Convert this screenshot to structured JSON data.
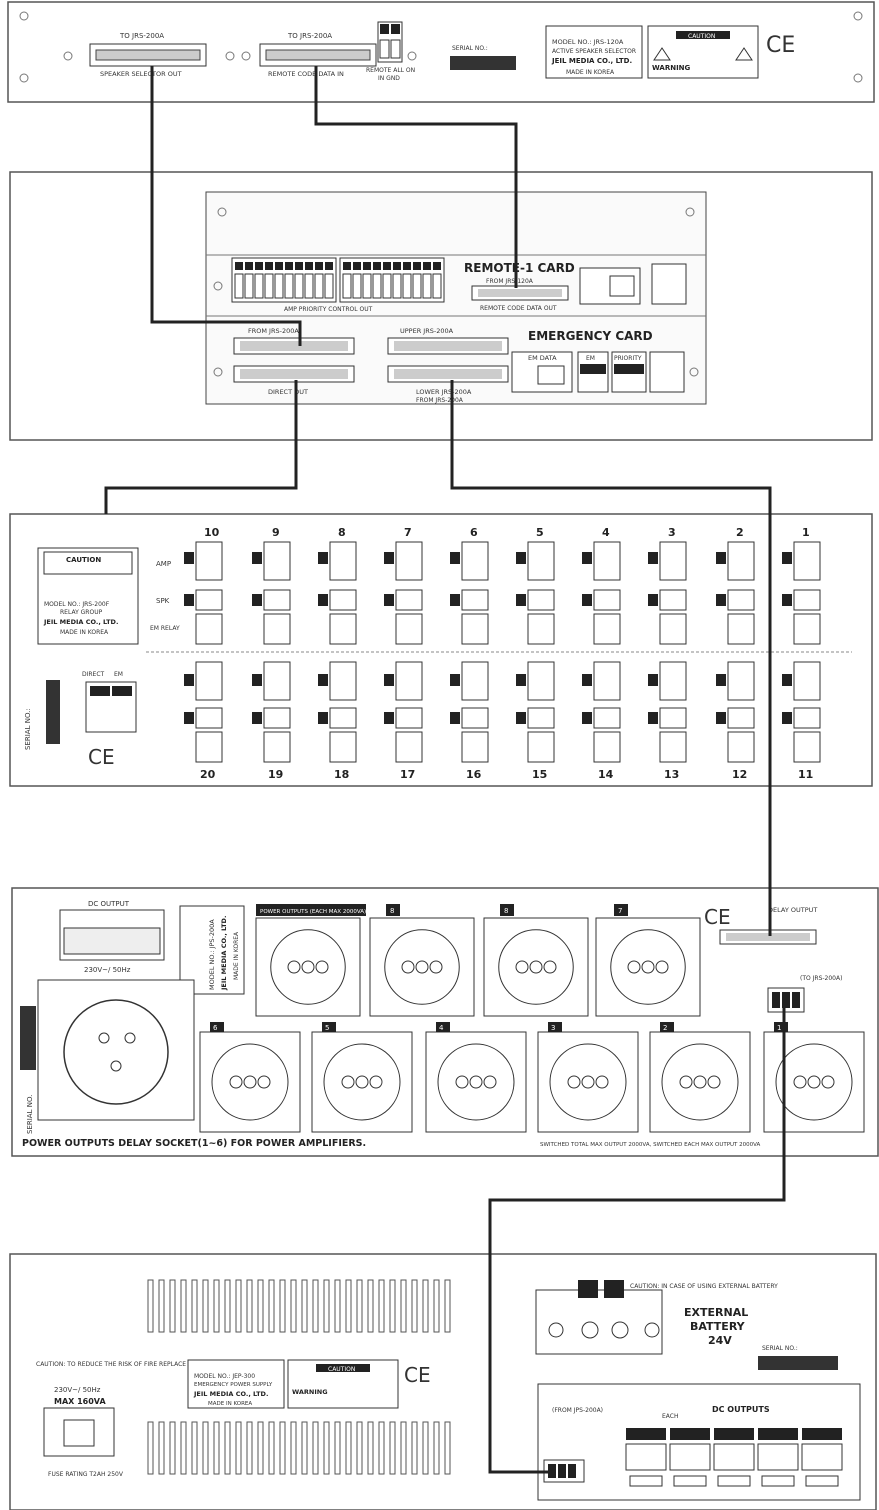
{
  "panel1": {
    "conn_left_top": "TO JRS-200A",
    "conn_left_bottom": "SPEAKER SELECTOR OUT",
    "conn_mid_top": "TO JRS-200A",
    "conn_mid_bottom": "REMOTE CODE DATA IN",
    "remote_label": "REMOTE ALL ON",
    "remote_sub": "IN GND",
    "serial_label": "SERIAL NO.:",
    "plate_lines": [
      "MODEL NO.: JRS-120A",
      "ACTIVE SPEAKER SELECTOR",
      "JEIL MEDIA CO., LTD.",
      "MADE IN KOREA"
    ],
    "caution_title": "CAUTION",
    "warning_title": "WARNING",
    "ce": "CE"
  },
  "panel2": {
    "remote_card": "REMOTE-1 CARD",
    "emergency_card": "EMERGENCY CARD",
    "from_jrs": "FROM JRS-120A",
    "amp_priority": "AMP PRIORITY CONTROL OUT",
    "remote_code_out": "REMOTE CODE DATA OUT",
    "from_jrs200a": "FROM JRS-200A",
    "upper_jrs": "UPPER JRS-200A",
    "lower_jrs": "LOWER JRS-200A",
    "from_jrs200a_2": "FROM JRS-200A",
    "direct_out": "DIRECT OUT",
    "em_data": "EM DATA",
    "em": "EM",
    "priority": "PRIORITY"
  },
  "panel3": {
    "top_numbers": [
      "10",
      "9",
      "8",
      "7",
      "6",
      "5",
      "4",
      "3",
      "2",
      "1"
    ],
    "bottom_numbers": [
      "20",
      "19",
      "18",
      "17",
      "16",
      "15",
      "14",
      "13",
      "12",
      "11"
    ],
    "row_labels": [
      "AMP",
      "SPK",
      "EM RELAY"
    ],
    "plate_lines": [
      "MODEL NO.: JRS-200F",
      "RELAY GROUP",
      "JEIL MEDIA CO., LTD.",
      "MADE IN KOREA"
    ],
    "caution_title": "CAUTION",
    "direct": "DIRECT",
    "em": "EM",
    "serial": "SERIAL NO.:",
    "ce": "CE"
  },
  "panel4": {
    "dc_output": "DC OUTPUT",
    "ac_input": "230V~/ 50Hz",
    "plate_lines": [
      "MODEL NO.: JPS-200A",
      "JEIL MEDIA CO., LTD.",
      "MADE IN KOREA"
    ],
    "delay_output": "DELAY OUTPUT",
    "to_jrs": "(TO JRS-200A)",
    "serial": "SERIAL NO.",
    "socket_labels_top": [
      "POWER OUTPUTS (EACH MAX 2000VA)",
      "8",
      "8",
      "7"
    ],
    "socket_labels_bottom": [
      "6",
      "5",
      "4",
      "3",
      "2",
      "1"
    ],
    "caption": "POWER OUTPUTS DELAY SOCKET(1~6) FOR POWER AMPLIFIERS.",
    "caption2": "SWITCHED TOTAL MAX OUTPUT 2000VA, SWITCHED EACH MAX OUTPUT 2000VA",
    "ce": "CE"
  },
  "panel5": {
    "caution_side": "CAUTION: TO REDUCE THE RISK OF FIRE REPLACE ONLY WITH SAME TYPE FUSE",
    "ac_input": "230V~/ 50Hz",
    "max": "MAX 160VA",
    "fuse": "FUSE RATING T2AH 250V",
    "plate_lines": [
      "MODEL NO.: JEP-300",
      "EMERGENCY POWER SUPPLY",
      "JEIL MEDIA CO., LTD.",
      "MADE IN KOREA"
    ],
    "caution_title": "CAUTION",
    "warning_title": "WARNING",
    "caution_battery": "CAUTION: IN CASE OF USING EXTERNAL BATTERY",
    "external": "EXTERNAL",
    "battery": "BATTERY",
    "volt": "24V",
    "serial": "SERIAL NO.:",
    "from_jps": "(FROM JPS-200A)",
    "dc_outputs": "DC OUTPUTS",
    "each": "EACH",
    "ce": "CE"
  }
}
